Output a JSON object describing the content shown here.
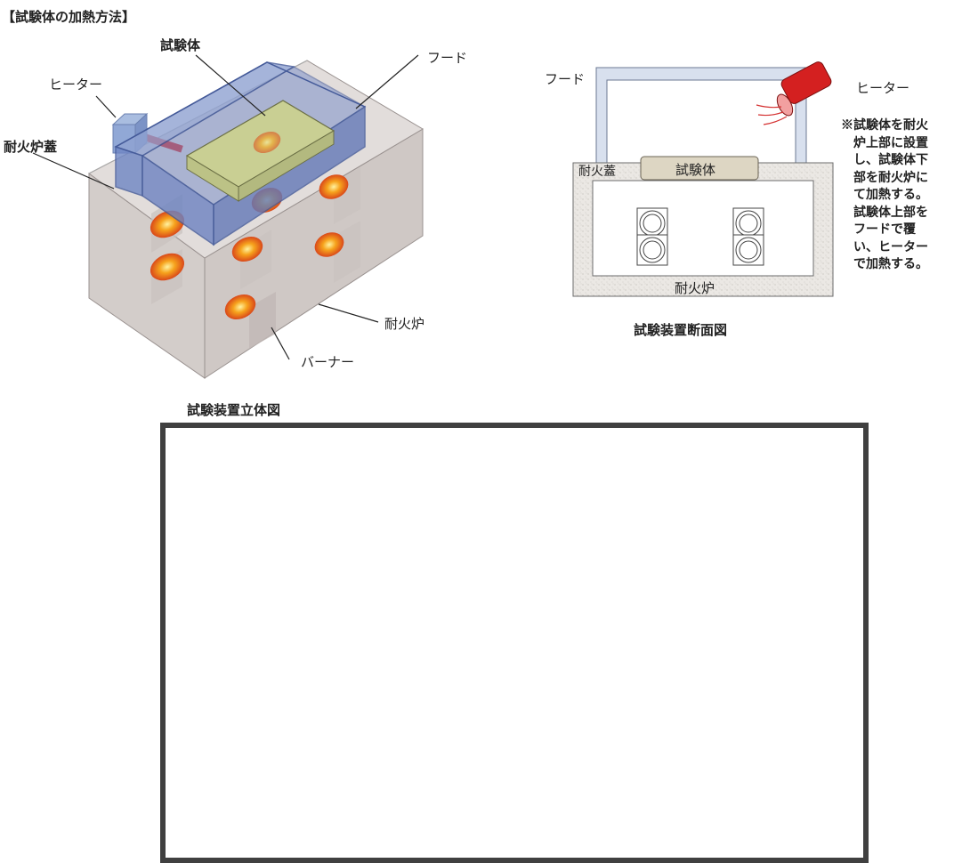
{
  "page_title": "【試験体の加熱方法】",
  "iso": {
    "label_specimen": "試験体",
    "label_hood": "フード",
    "label_heater": "ヒーター",
    "label_lid": "耐火炉蓋",
    "label_furnace": "耐火炉",
    "label_burner": "バーナー",
    "caption": "試験装置立体図"
  },
  "section": {
    "label_hood": "フード",
    "label_heater": "ヒーター",
    "label_lid": "耐火蓋",
    "label_specimen": "試験体",
    "label_furnace": "耐火炉",
    "caption": "試験装置断面図"
  },
  "note_lines": [
    "※試験体を耐火",
    "　炉上部に設置",
    "　し、試験体下",
    "　部を耐火炉に",
    "　て加熱する。",
    "　試験体上部を",
    "　フードで覆",
    "　い、ヒーター",
    "　で加熱する。"
  ],
  "colors": {
    "hood_fill": "#6f86c4",
    "specimen_fill": "#c9cf93",
    "furnace_fill": "#d8d3d0",
    "heater_fill": "#d42020",
    "flame": "#f08a10",
    "frame": "#404040"
  }
}
